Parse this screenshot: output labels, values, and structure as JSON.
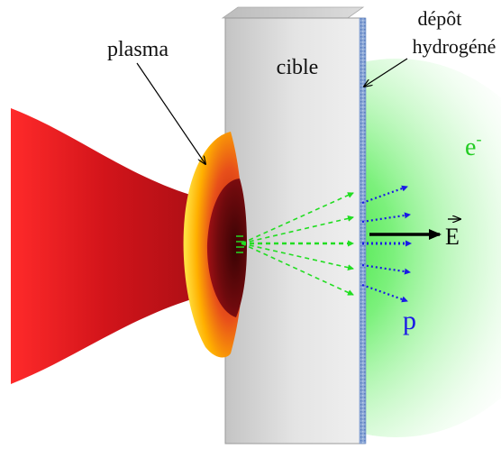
{
  "labels": {
    "plasma": "plasma",
    "target": "cible",
    "deposit_line1": "dépôt",
    "deposit_line2": "hydrogéné",
    "electrons": "e",
    "electrons_superscript": "-",
    "field": "E",
    "protons": "p"
  },
  "colors": {
    "laser": "#e8141b",
    "plasma_outer": "#ffd21a",
    "plasma_core": "#7a0a0d",
    "target": "#dcdcdc",
    "deposit": "#8aa6d6",
    "electron_cloud": "#2ee52e",
    "electron_label": "#22cc22",
    "field_arrow": "#000000",
    "proton_label": "#1a1ae6",
    "proton_rays": "#1a1ae6",
    "electron_rays": "#22dd22"
  },
  "icons": {
    "field_vector_arrow": "vector-arrow-icon"
  }
}
